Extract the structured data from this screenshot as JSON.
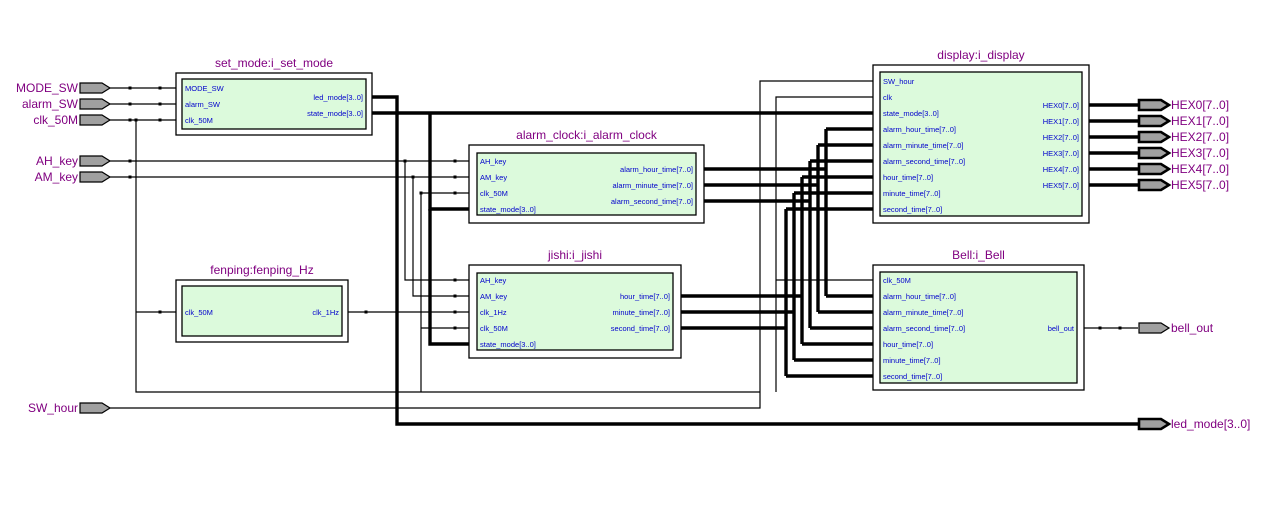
{
  "diagram": {
    "title": "RTL schematic: digital clock with alarm",
    "colors": {
      "module_fill": "#dcfadc",
      "pin_label": "#800080",
      "port_text": "#0000cc",
      "pin_fill": "#a0a0a0"
    },
    "input_pins": [
      {
        "name": "MODE_SW"
      },
      {
        "name": "alarm_SW"
      },
      {
        "name": "clk_50M"
      },
      {
        "name": "AH_key"
      },
      {
        "name": "AM_key"
      },
      {
        "name": "SW_hour"
      }
    ],
    "output_pins": [
      {
        "name": "HEX0[7..0]"
      },
      {
        "name": "HEX1[7..0]"
      },
      {
        "name": "HEX2[7..0]"
      },
      {
        "name": "HEX3[7..0]"
      },
      {
        "name": "HEX4[7..0]"
      },
      {
        "name": "HEX5[7..0]"
      },
      {
        "name": "bell_out"
      },
      {
        "name": "led_mode[3..0]"
      }
    ],
    "modules": {
      "set_mode": {
        "title": "set_mode:i_set_mode",
        "inputs": [
          "MODE_SW",
          "alarm_SW",
          "clk_50M"
        ],
        "outputs": [
          "led_mode[3..0]",
          "state_mode[3..0]"
        ]
      },
      "alarm_clock": {
        "title": "alarm_clock:i_alarm_clock",
        "inputs": [
          "AH_key",
          "AM_key",
          "clk_50M",
          "state_mode[3..0]"
        ],
        "outputs": [
          "alarm_hour_time[7..0]",
          "alarm_minute_time[7..0]",
          "alarm_second_time[7..0]"
        ]
      },
      "fenping": {
        "title": "fenping:fenping_Hz",
        "inputs": [
          "clk_50M"
        ],
        "outputs": [
          "clk_1Hz"
        ]
      },
      "jishi": {
        "title": "jishi:i_jishi",
        "inputs": [
          "AH_key",
          "AM_key",
          "clk_1Hz",
          "clk_50M",
          "state_mode[3..0]"
        ],
        "outputs": [
          "hour_time[7..0]",
          "minute_time[7..0]",
          "second_time[7..0]"
        ]
      },
      "display": {
        "title": "display:i_display",
        "inputs": [
          "SW_hour",
          "clk",
          "state_mode[3..0]",
          "alarm_hour_time[7..0]",
          "alarm_minute_time[7..0]",
          "alarm_second_time[7..0]",
          "hour_time[7..0]",
          "minute_time[7..0]",
          "second_time[7..0]"
        ],
        "outputs": [
          "HEX0[7..0]",
          "HEX1[7..0]",
          "HEX2[7..0]",
          "HEX3[7..0]",
          "HEX4[7..0]",
          "HEX5[7..0]"
        ]
      },
      "bell": {
        "title": "Bell:i_Bell",
        "inputs": [
          "clk_50M",
          "alarm_hour_time[7..0]",
          "alarm_minute_time[7..0]",
          "alarm_second_time[7..0]",
          "hour_time[7..0]",
          "minute_time[7..0]",
          "second_time[7..0]"
        ],
        "outputs": [
          "bell_out"
        ]
      }
    }
  }
}
